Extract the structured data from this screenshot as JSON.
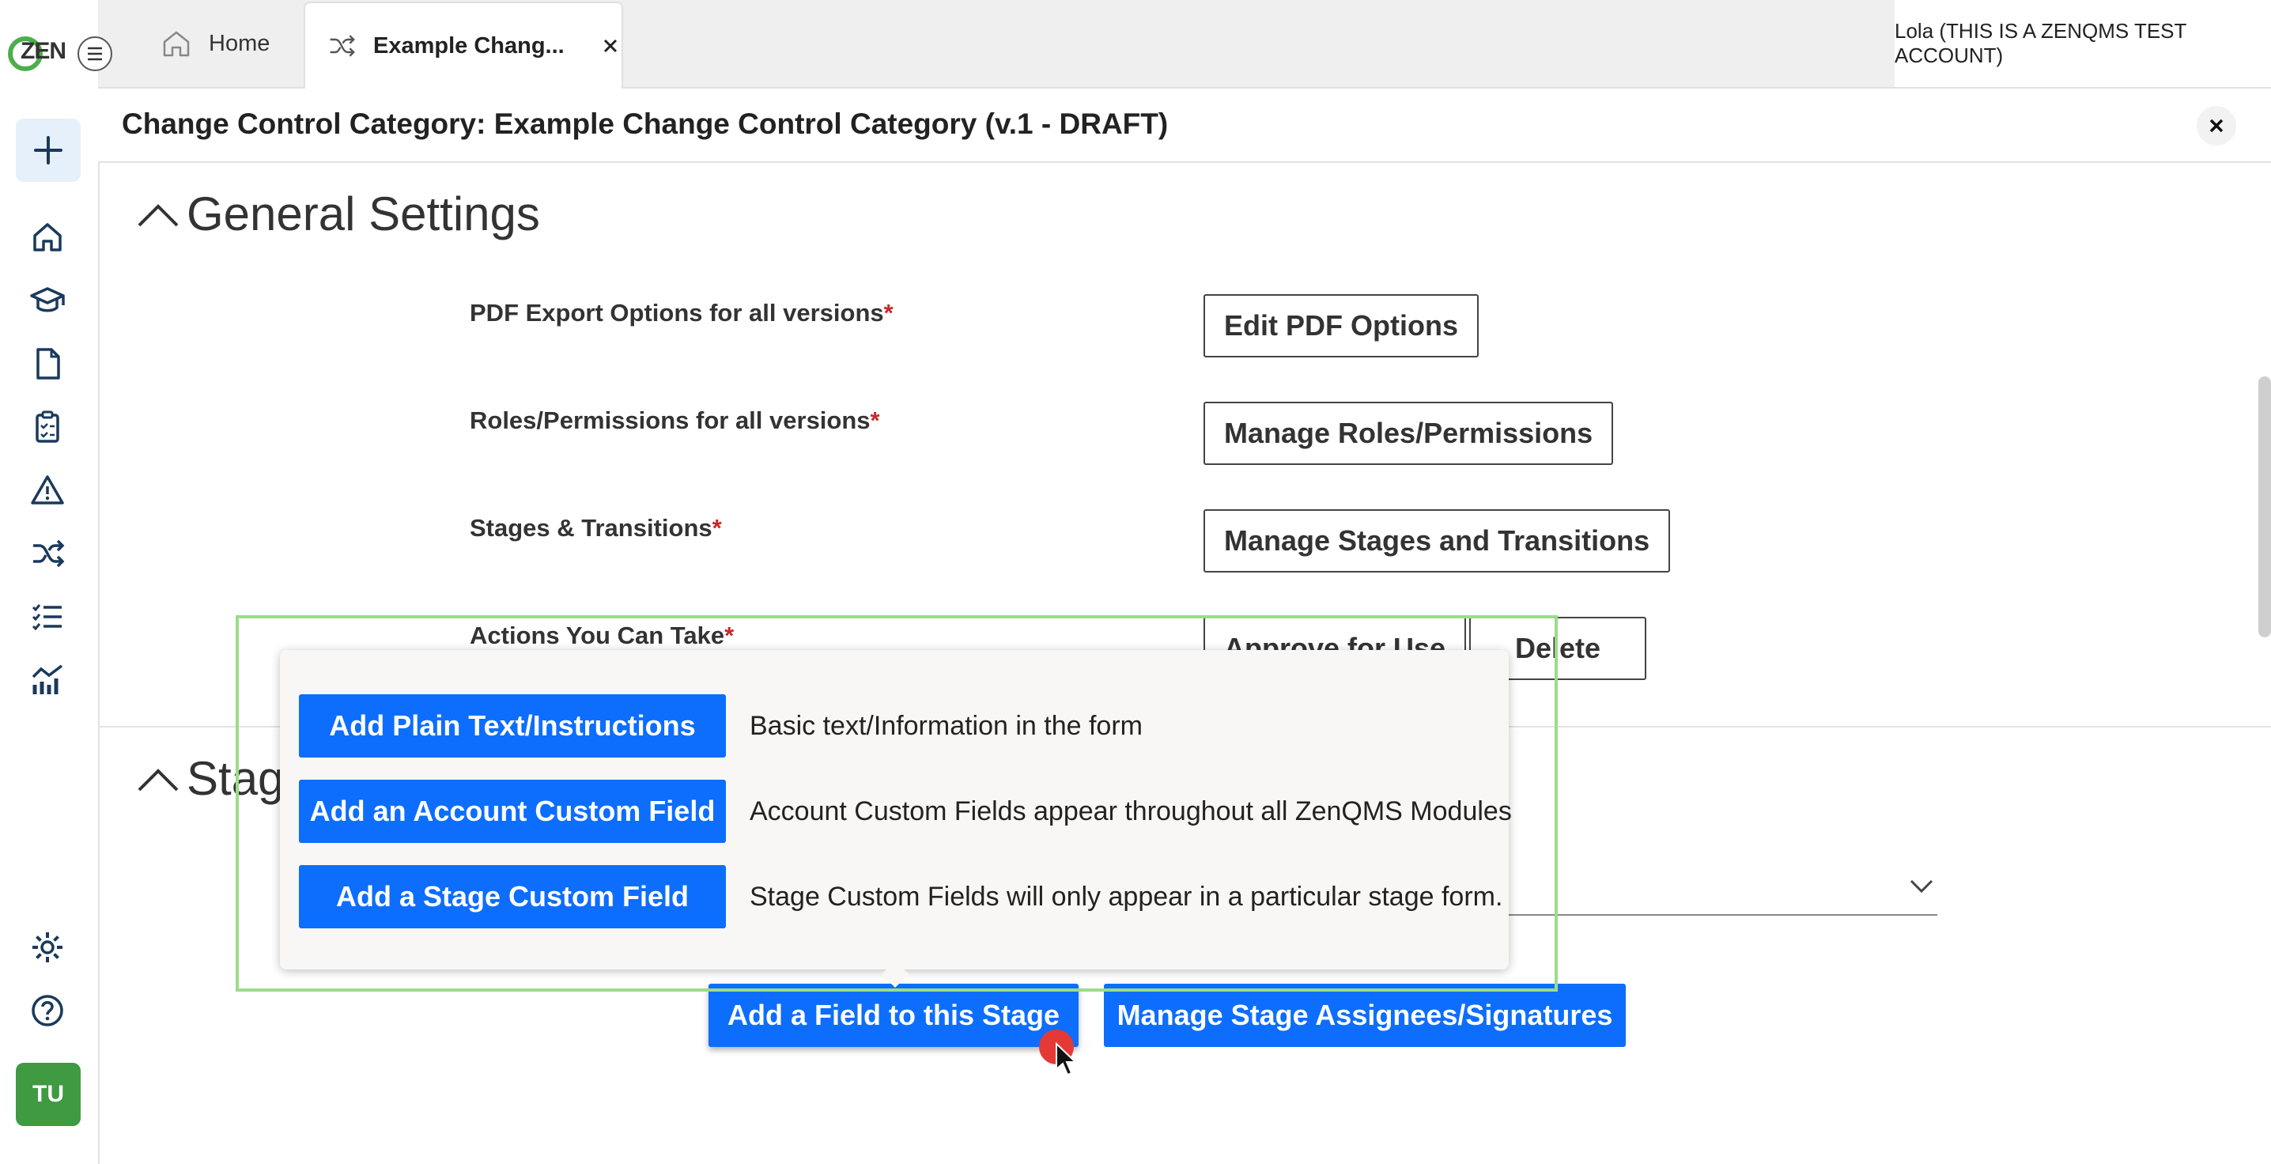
{
  "topbar": {
    "home_tab": "Home",
    "active_tab": "Example Chang...",
    "user": "Lola (THIS IS A ZENQMS TEST ACCOUNT)"
  },
  "logo": {
    "text": "ZEN"
  },
  "sidebar": {
    "avatar": "TU",
    "icons": [
      "plus-icon",
      "home-icon",
      "training-icon",
      "document-icon",
      "checklist-icon",
      "warning-icon",
      "shuffle-icon",
      "list-icon",
      "analytics-icon",
      "gear-icon",
      "help-icon"
    ]
  },
  "page": {
    "title": "Change Control Category: Example Change Control Category (v.1 - DRAFT)"
  },
  "general": {
    "heading": "General Settings",
    "rows": [
      {
        "label": "PDF Export Options for all versions",
        "button": "Edit PDF Options"
      },
      {
        "label": "Roles/Permissions for all versions",
        "button": "Manage Roles/Permissions"
      },
      {
        "label": "Stages & Transitions",
        "button": "Manage Stages and Transitions"
      },
      {
        "label": "Actions You Can Take",
        "button": "Approve for Use",
        "button2": "Delete"
      }
    ],
    "required_mark": "*"
  },
  "stages": {
    "heading": "Stage",
    "add_field_button": "Add a Field to this Stage",
    "assignees_button": "Manage Stage Assignees/Signatures"
  },
  "popup": {
    "items": [
      {
        "button": "Add Plain Text/Instructions",
        "desc": "Basic text/Information in the form"
      },
      {
        "button": "Add an Account Custom Field",
        "desc": "Account Custom Fields appear throughout all ZenQMS Modules"
      },
      {
        "button": "Add a Stage Custom Field",
        "desc": "Stage Custom Fields will only appear in a particular stage form."
      }
    ]
  },
  "colors": {
    "primary": "#0d6efd",
    "brand_green": "#4cae4c",
    "required": "#c62828",
    "highlight": "#9bdc8a"
  }
}
